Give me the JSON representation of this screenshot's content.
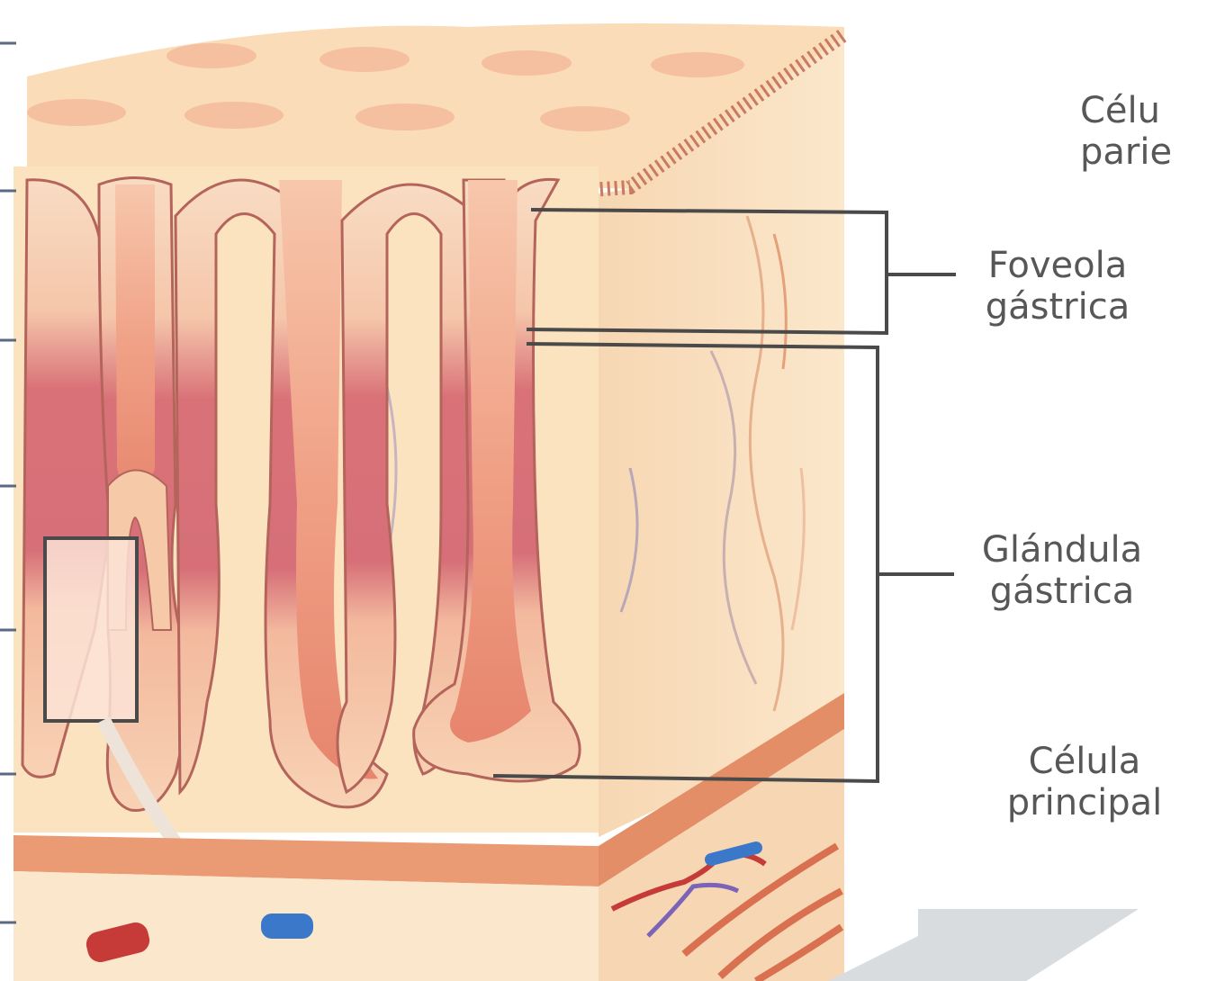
{
  "labels": {
    "celula_parietal": {
      "line1": "Célu",
      "line2": "parie"
    },
    "foveola_gastrica": {
      "line1": "Foveola",
      "line2": "gástrica"
    },
    "glandula_gastrica": {
      "line1": "Glándula",
      "line2": "gástrica"
    },
    "celula_principal": {
      "line1": "Célula",
      "line2": "principal"
    }
  },
  "colors": {
    "tissue": "#fbe3bf",
    "crypt_lumen": "#f2a88f",
    "epithelium_upper": "#f6cfb0",
    "epithelium_lower": "#d46d75",
    "muscle": "#eb9b74",
    "vein": "#3b78c9",
    "artery": "#c63a38",
    "label_text": "#575757",
    "bracket": "#4a4a4a"
  }
}
